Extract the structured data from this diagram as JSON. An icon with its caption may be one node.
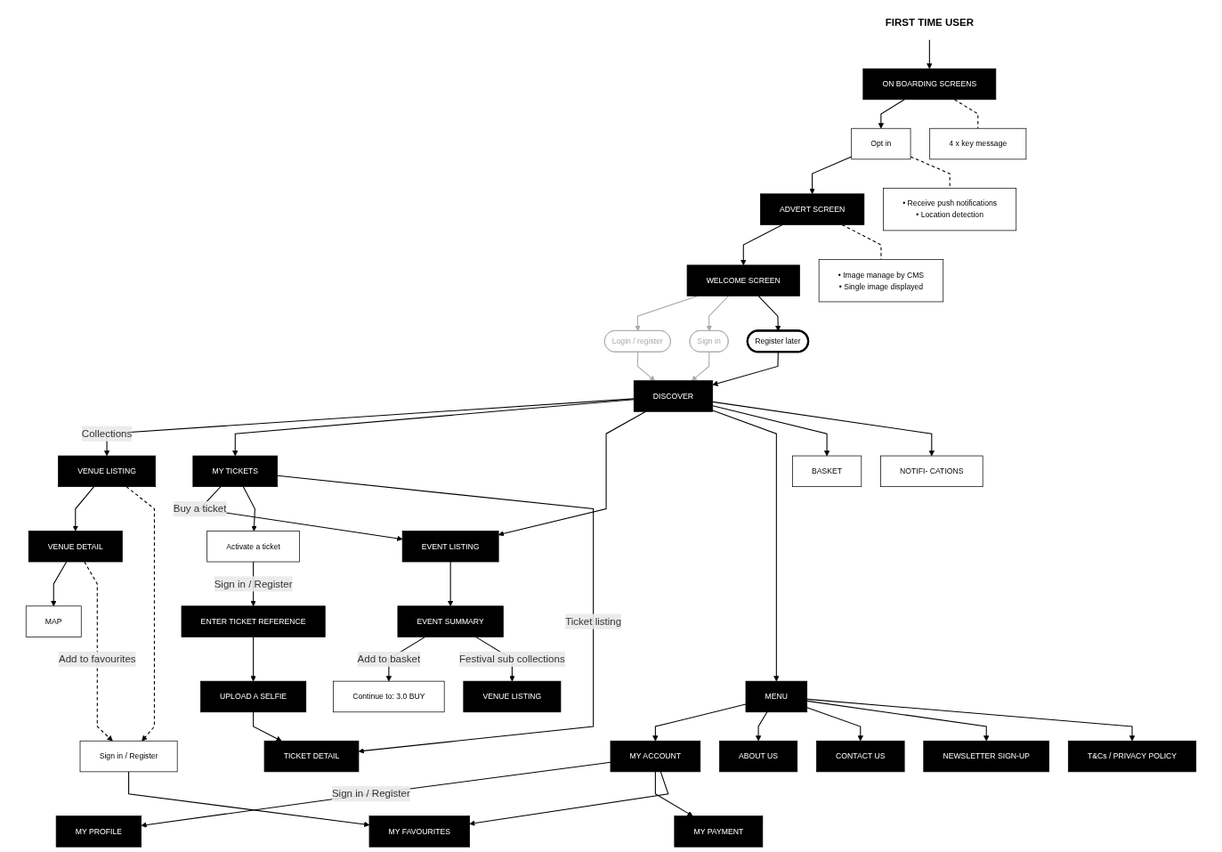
{
  "diagram": {
    "nodes": [
      {
        "text": [
          "FIRST TIME USER"
        ]
      },
      {
        "text": [
          "ON BOARDING SCREENS"
        ]
      },
      {
        "text": [
          "Opt in"
        ]
      },
      {
        "text": [
          "ADVERT SCREEN"
        ]
      },
      {
        "text": [
          "WELCOME SCREEN"
        ]
      },
      {
        "text": [
          "Login / register"
        ]
      },
      {
        "text": [
          "Sign in"
        ]
      },
      {
        "text": [
          "Register later"
        ]
      },
      {
        "text": [
          "DISCOVER"
        ]
      },
      {
        "text": [
          "4 x key message"
        ]
      },
      {
        "text": [
          "• Receive push notifications",
          "• Location detection"
        ]
      },
      {
        "text": [
          "• Image manage by CMS",
          "• Single image displayed"
        ]
      },
      {
        "text": [
          "VENUE LISTING"
        ]
      },
      {
        "text": [
          "VENUE DETAIL"
        ]
      },
      {
        "text": [
          "MAP"
        ]
      },
      {
        "text": [
          "MY TICKETS"
        ]
      },
      {
        "text": [
          "Activate a ticket"
        ]
      },
      {
        "text": [
          "ENTER TICKET REFERENCE"
        ]
      },
      {
        "text": [
          "UPLOAD A SELFIE"
        ]
      },
      {
        "text": [
          "TICKET DETAIL"
        ]
      },
      {
        "text": [
          "EVENT LISTING"
        ]
      },
      {
        "text": [
          "EVENT SUMMARY"
        ]
      },
      {
        "text": [
          "Continue to: 3.0 BUY"
        ]
      },
      {
        "text": [
          "VENUE LISTING"
        ]
      },
      {
        "text": [
          "MENU"
        ]
      },
      {
        "text": [
          "BASKET"
        ]
      },
      {
        "text": [
          "NOTIFI- CATIONS"
        ]
      },
      {
        "text": [
          "MY ACCOUNT"
        ]
      },
      {
        "text": [
          "ABOUT US"
        ]
      },
      {
        "text": [
          "CONTACT US"
        ]
      },
      {
        "text": [
          "NEWSLETTER SIGN-UP"
        ]
      },
      {
        "text": [
          "T&Cs / PRIVACY POLICY"
        ]
      },
      {
        "text": [
          "MY PROFILE"
        ]
      },
      {
        "text": [
          "MY PAYMENT"
        ]
      },
      {
        "text": [
          "MY FAVOURITES"
        ]
      },
      {
        "text": [
          "Sign in / Register"
        ]
      }
    ],
    "edges": [
      {
        "from": 0,
        "to": 1,
        "arrow": "to"
      },
      {
        "from": 1,
        "to": 2,
        "arrow": "to"
      },
      {
        "from": 2,
        "to": 3,
        "arrow": "to"
      },
      {
        "from": 3,
        "to": 4,
        "arrow": "to"
      },
      {
        "from": 1,
        "to": 9,
        "arrow": "none",
        "style": "dashed"
      },
      {
        "from": 2,
        "to": 10,
        "arrow": "none",
        "style": "dashed"
      },
      {
        "from": 3,
        "to": 11,
        "arrow": "none",
        "style": "dashed"
      },
      {
        "from": 4,
        "to": 5,
        "arrow": "to",
        "color": "#aaaaaa"
      },
      {
        "from": 4,
        "to": 6,
        "arrow": "to",
        "color": "#aaaaaa"
      },
      {
        "from": 4,
        "to": 7,
        "arrow": "to"
      },
      {
        "from": 5,
        "to": 8,
        "arrow": "to",
        "color": "#aaaaaa"
      },
      {
        "from": 6,
        "to": 8,
        "arrow": "to",
        "color": "#aaaaaa"
      },
      {
        "from": 7,
        "to": 8,
        "arrow": "to"
      },
      {
        "from": 8,
        "to": 12,
        "arrow": "to",
        "label": "Collections"
      },
      {
        "from": 8,
        "to": 15,
        "arrow": "to"
      },
      {
        "from": 8,
        "to": 20,
        "arrow": "to"
      },
      {
        "from": 8,
        "to": 24,
        "arrow": "to"
      },
      {
        "from": 8,
        "to": 25,
        "arrow": "to"
      },
      {
        "from": 8,
        "to": 26,
        "arrow": "to"
      },
      {
        "from": 12,
        "to": 13,
        "arrow": "to"
      },
      {
        "from": 13,
        "to": 14,
        "arrow": "to"
      },
      {
        "from": 15,
        "to": 20,
        "arrow": "to",
        "label": "Buy a ticket"
      },
      {
        "from": 15,
        "to": 16,
        "arrow": "to"
      },
      {
        "from": 15,
        "to": 19,
        "arrow": "to",
        "label": "Ticket listing"
      },
      {
        "from": 16,
        "to": 17,
        "arrow": "to",
        "label": "Sign in / Register"
      },
      {
        "from": 17,
        "to": 18,
        "arrow": "to"
      },
      {
        "from": 18,
        "to": 19,
        "arrow": "to"
      },
      {
        "from": 20,
        "to": 21,
        "arrow": "to"
      },
      {
        "from": 21,
        "to": 22,
        "arrow": "to",
        "label": "Add to basket"
      },
      {
        "from": 21,
        "to": 23,
        "arrow": "to",
        "label": "Festival sub collections"
      },
      {
        "from": 24,
        "to": 27,
        "arrow": "to"
      },
      {
        "from": 24,
        "to": 28,
        "arrow": "to"
      },
      {
        "from": 24,
        "to": 29,
        "arrow": "to"
      },
      {
        "from": 24,
        "to": 30,
        "arrow": "to"
      },
      {
        "from": 24,
        "to": 31,
        "arrow": "to"
      },
      {
        "from": 27,
        "to": 32,
        "arrow": "to",
        "label": "Sign in / Register"
      },
      {
        "from": 27,
        "to": 33,
        "arrow": "to"
      },
      {
        "from": 27,
        "to": 34,
        "arrow": "to"
      },
      {
        "from": 12,
        "to": 35,
        "arrow": "to",
        "style": "dashed"
      },
      {
        "from": 13,
        "to": 35,
        "arrow": "to",
        "style": "dashed",
        "label": "Add to favourites"
      },
      {
        "from": 35,
        "to": 34,
        "arrow": "to"
      }
    ]
  }
}
